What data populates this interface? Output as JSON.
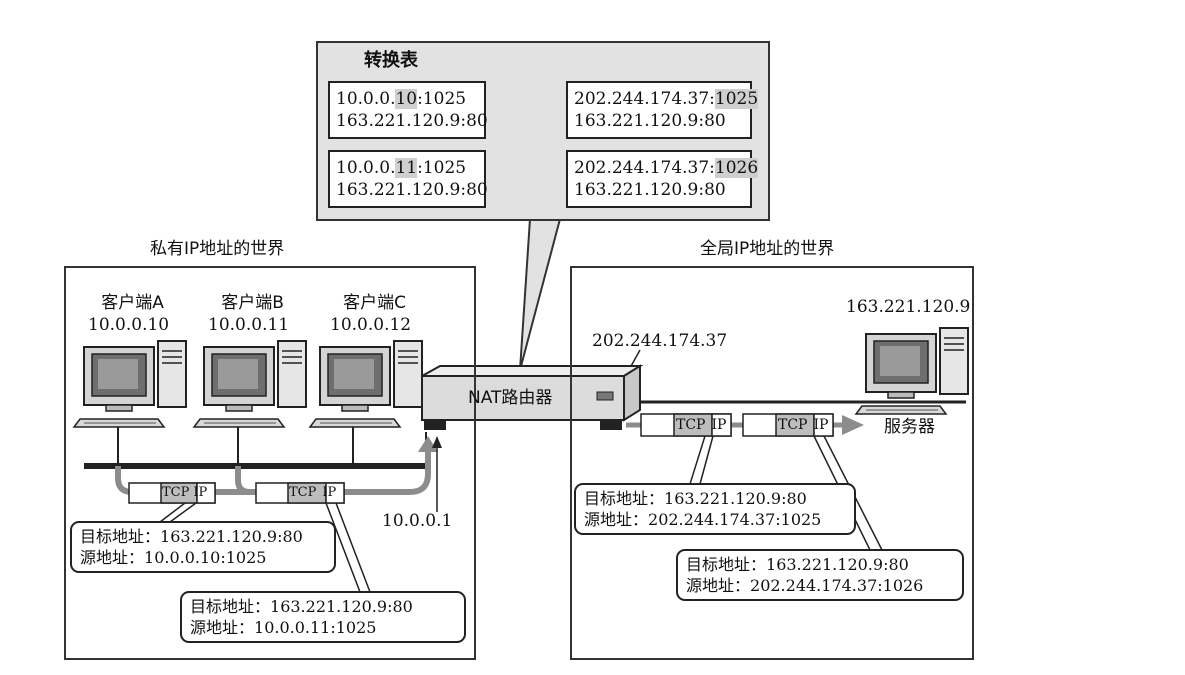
{
  "table": {
    "title": "转换表",
    "rows": [
      {
        "private": {
          "ip_prefix": "10.0.0.",
          "ip_hl": "10",
          "port": ":1025",
          "dst": "163.221.120.9:80"
        },
        "global": {
          "ip": "202.244.174.37:",
          "port_hl": "1025",
          "dst": "163.221.120.9:80"
        }
      },
      {
        "private": {
          "ip_prefix": "10.0.0.",
          "ip_hl": "11",
          "port": ":1025",
          "dst": "163.221.120.9:80"
        },
        "global": {
          "ip": "202.244.174.37:",
          "port_hl": "1026",
          "dst": "163.221.120.9:80"
        }
      }
    ]
  },
  "private_world": {
    "title": "私有IP地址的世界",
    "clients": [
      {
        "name": "客户端A",
        "ip": "10.0.0.10"
      },
      {
        "name": "客户端B",
        "ip": "10.0.0.11"
      },
      {
        "name": "客户端C",
        "ip": "10.0.0.12"
      }
    ],
    "router_lan_ip": "10.0.0.1",
    "packet_labels": [
      {
        "dst_label": "目标地址：",
        "dst": "163.221.120.9:80",
        "src_label": "源地址：",
        "src": "10.0.0.10:1025"
      },
      {
        "dst_label": "目标地址：",
        "dst": "163.221.120.9:80",
        "src_label": "源地址：",
        "src": "10.0.0.11:1025"
      }
    ]
  },
  "global_world": {
    "title": "全局IP地址的世界",
    "router_wan_ip": "202.244.174.37",
    "server_ip": "163.221.120.9",
    "server_label": "服务器",
    "packet_labels": [
      {
        "dst_label": "目标地址：",
        "dst": "163.221.120.9:80",
        "src_label": "源地址：",
        "src": "202.244.174.37:1025"
      },
      {
        "dst_label": "目标地址：",
        "dst": "163.221.120.9:80",
        "src_label": "源地址：",
        "src": "202.244.174.37:1026"
      }
    ]
  },
  "router": {
    "label": "NAT路由器"
  },
  "packet": {
    "tcp": "TCP",
    "ip": "IP"
  }
}
